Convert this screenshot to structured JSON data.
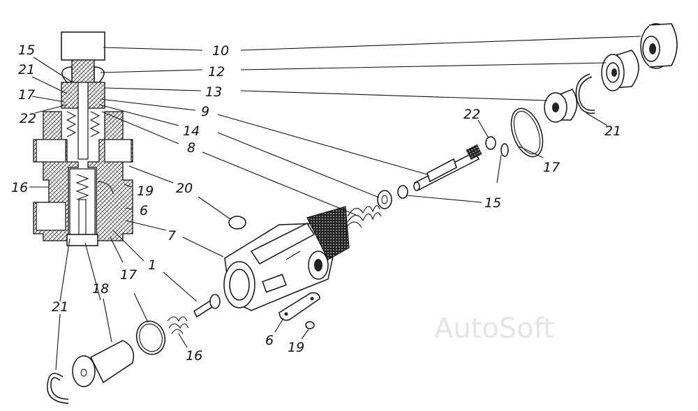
{
  "watermark": "AutoSoft",
  "callouts": {
    "c10": "10",
    "c12": "12",
    "c13": "13",
    "c9": "9",
    "c14": "14",
    "c8": "8",
    "c20": "20",
    "c7": "7",
    "c1": "1",
    "c15l": "15",
    "c21l": "21",
    "c17l": "17",
    "c22l": "22",
    "c16l": "16",
    "c19l": "19",
    "c6l": "6",
    "c21b": "21",
    "c18": "18",
    "c17b": "17",
    "c16b": "16",
    "c6b": "6",
    "c19b": "19",
    "c22r": "22",
    "c17r": "17",
    "c21r": "21",
    "c15r": "15"
  }
}
